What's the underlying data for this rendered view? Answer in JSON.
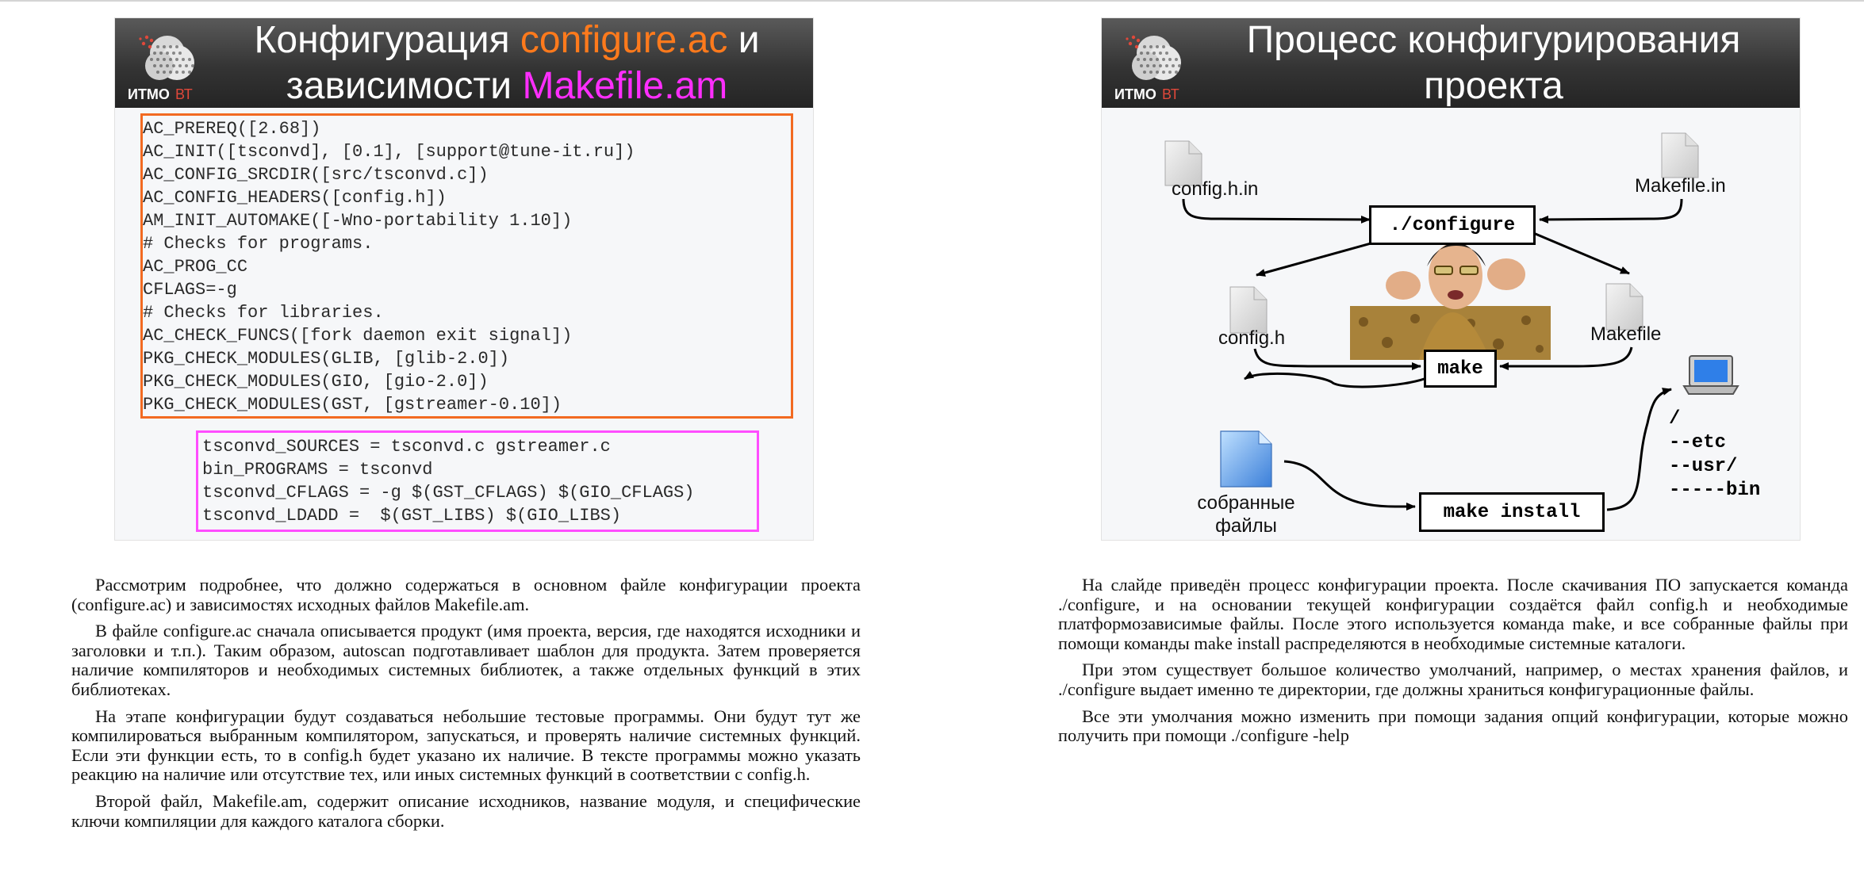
{
  "slide_left": {
    "logo": {
      "text": "ИТМО",
      "accent_text": "ВТ"
    },
    "title": {
      "line1_pre": "Конфигурация ",
      "line1_file": "configure.ac",
      "line1_post": " и",
      "line2_pre": "зависимости ",
      "line2_file": "Makefile.am"
    },
    "configure_code": "AC_PREREQ([2.68])\nAC_INIT([tsconvd], [0.1], [support@tune-it.ru])\nAC_CONFIG_SRCDIR([src/tsconvd.c])\nAC_CONFIG_HEADERS([config.h])\nAM_INIT_AUTOMAKE([-Wno-portability 1.10])\n# Checks for programs.\nAC_PROG_CC\nCFLAGS=-g\n# Checks for libraries.\nAC_CHECK_FUNCS([fork daemon exit signal])\nPKG_CHECK_MODULES(GLIB, [glib-2.0])\nPKG_CHECK_MODULES(GIO, [gio-2.0])\nPKG_CHECK_MODULES(GST, [gstreamer-0.10])",
    "makefile_code": "tsconvd_SOURCES = tsconvd.c gstreamer.c\nbin_PROGRAMS = tsconvd\ntsconvd_CFLAGS = -g $(GST_CFLAGS) $(GIO_CFLAGS)\ntsconvd_LDADD =  $(GST_LIBS) $(GIO_LIBS)"
  },
  "slide_right": {
    "logo": {
      "text": "ИТМО",
      "accent_text": "ВТ"
    },
    "title": {
      "line1": "Процесс конфигурирования",
      "line2": "проекта"
    },
    "diagram": {
      "file_config_h_in": "config.h.in",
      "file_makefile_in": "Makefile.in",
      "cmd_configure": "./configure",
      "file_config_h": "config.h",
      "file_makefile": "Makefile",
      "cmd_make": "make",
      "built_files_line1": "собранные",
      "built_files_line2": "файлы",
      "cmd_make_install": "make install",
      "dirs": [
        "/",
        "--etc",
        "--usr/",
        "-----bin"
      ]
    }
  },
  "text_left": [
    "Рассмотрим подробнее, что должно содержаться в основном файле конфигурации проекта (configure.ac) и зависимостях  исходных файлов Makefile.am.",
    "В файле configure.ac сначала описывается продукт (имя проекта, версия, где находятся исходники и заголовки и т.п.). Таким образом, autoscan подготавливает шаблон для продукта. Затем проверяется наличие компиляторов и необходимых системных библиотек, а также отдельных функций в этих библиотеках.",
    "На этапе конфигурации будут создаваться небольшие тестовые программы. Они будут тут же компилироваться выбранным компилятором, запускаться, и проверять наличие системных функций. Если эти функции есть, то в config.h будет указано их наличие. В тексте программы можно указать реакцию на наличие или отсутствие тех, или иных системных функций в соответствии с config.h.",
    "Второй файл, Makefile.am, содержит описание исходников, название модуля, и специфические ключи компиляции для каждого каталога сборки."
  ],
  "text_right": [
    "На слайде приведён процесс конфигурации проекта. После скачивания ПО запускается команда ./configure, и на основании текущей конфигурации создаётся файл config.h и необходимые платформозависимые файлы. После этого используется команда make, и все собранные файлы при помощи команды make install распределяются в необходимые системные каталоги.",
    "При этом существует большое количество умолчаний, например, о местах хранения файлов, и ./configure выдает именно те директории, где должны храниться конфигурационные файлы.",
    "Все эти умолчания можно изменить при помощи задания опций конфигурации, которые можно получить при помощи ./configure -help"
  ],
  "colors": {
    "configure_accent": "#ff7a1c",
    "makefile_accent": "#ff2eff",
    "configure_box_border": "#f26a21",
    "makefile_box_border": "#ff4dff",
    "header_dark": "#2b2b2b",
    "logo_accent": "#e0483a"
  }
}
